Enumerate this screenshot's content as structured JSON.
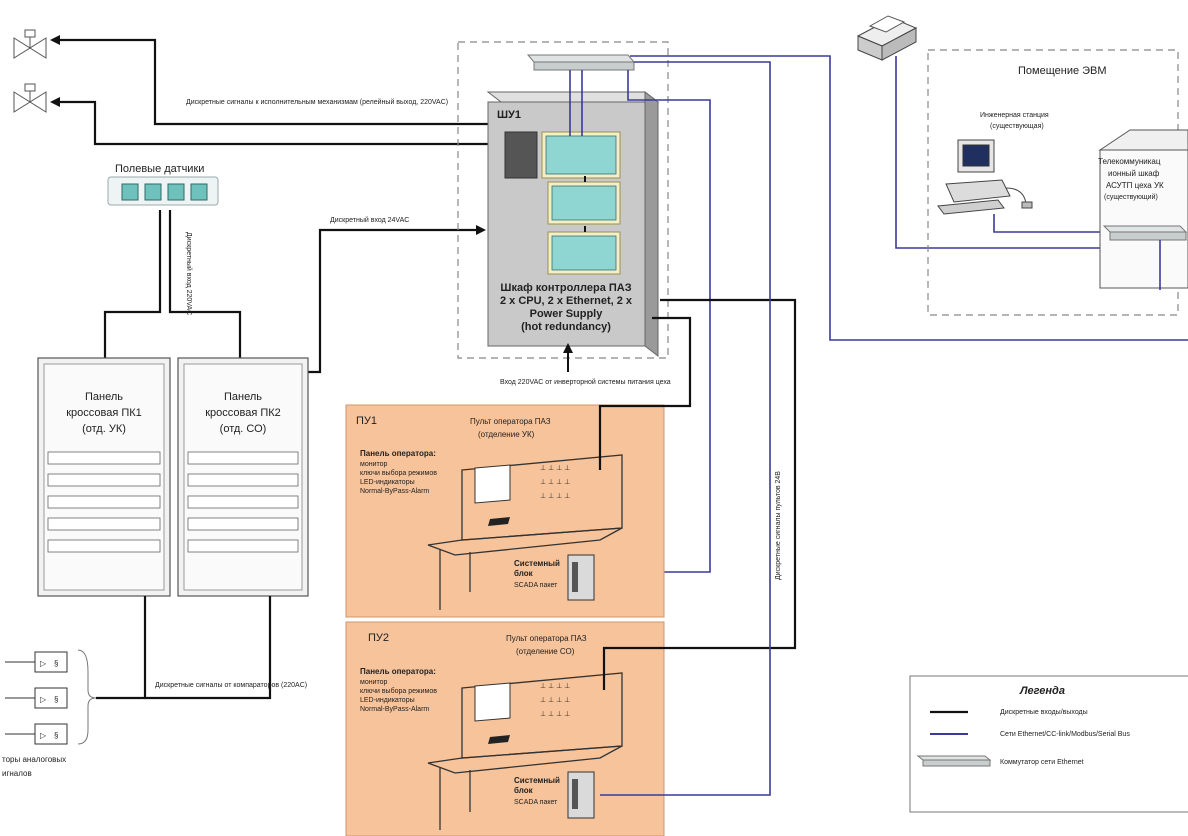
{
  "colors": {
    "operator_panel_bg": "#f7c39a",
    "cabinet_gray": "#c9c9c9",
    "io_module": "#8fd6d2",
    "ethernet_line": "#3a3a9a",
    "discrete_line": "#111111"
  },
  "icons": [
    "valve-icon",
    "valve-icon",
    "printer-icon",
    "computer-icon",
    "network-switch-icon",
    "analog-converter-icon",
    "field-sensor-icon"
  ],
  "top_left": {
    "discrete_out_label": "Дискретные сигналы к исполнительным механизмам (релейный выход, 220VAC)",
    "field_sensors_title": "Полевые датчики",
    "discrete_in_vertical": "Дискретный вход 220VAC",
    "discrete_in_24": "Дискретный вход 24VAC"
  },
  "cross_panels": {
    "pk1": {
      "line1": "Панель",
      "line2": "кроссовая ПК1",
      "line3": "(отд. УК)"
    },
    "pk2": {
      "line1": "Панель",
      "line2": "кроссовая ПК2",
      "line3": "(отд. СО)"
    }
  },
  "converters": {
    "signals_label": "Дискретные сигналы от компараторов (220AC)",
    "caption_line1": "торы аналоговых",
    "caption_line2": "игналов"
  },
  "controller": {
    "id": "ШУ1",
    "title_line1": "Шкаф контроллера ПАЗ",
    "title_line2": "2 x CPU, 2 x Ethernet, 2 x",
    "title_line3": "Power Supply",
    "title_line4": "(hot redundancy)",
    "power_input": "Вход 220VAC от инверторной системы питания цеха"
  },
  "pu1": {
    "id": "ПУ1",
    "title_line1": "Пульт оператора ПАЗ",
    "title_line2": "(отделение УК)",
    "panel_head": "Панель оператора:",
    "panel_items": [
      "монитор",
      "ключи выбора режимов",
      "LED-индикаторы",
      "Normal-ByPass-Alarm"
    ],
    "sys_head1": "Системный",
    "sys_head2": "блок",
    "sys_sub": "SCADA пакет"
  },
  "pu2": {
    "id": "ПУ2",
    "title_line1": "Пульт оператора ПАЗ",
    "title_line2": "(отделение СО)",
    "panel_head": "Панель оператора:",
    "panel_items": [
      "монитор",
      "ключи выбора режимов",
      "LED-индикаторы",
      "Normal-ByPass-Alarm"
    ],
    "sys_head1": "Системный",
    "sys_head2": "блок",
    "sys_sub": "SCADA пакет"
  },
  "panel_signals_vertical": "Дискретные сигналы пультов 24В",
  "computer_room": {
    "title": "Помещение ЭВМ",
    "eng_station_line1": "Инженерная станция",
    "eng_station_line2": "(существующая)",
    "telecom_line1": "Телекоммуникац",
    "telecom_line2": "ионный шкаф",
    "telecom_line3": "АСУТП цеха УК",
    "telecom_line4": "(существующий)"
  },
  "legend": {
    "title": "Легенда",
    "items": [
      {
        "label": "Дискретные входы/выходы",
        "style": "discrete"
      },
      {
        "label": "Сети Ethernet/CC-link/Modbus/Serial Bus",
        "style": "ethernet"
      },
      {
        "label": "Коммутатор сети Ethernet",
        "style": "switch"
      }
    ]
  }
}
